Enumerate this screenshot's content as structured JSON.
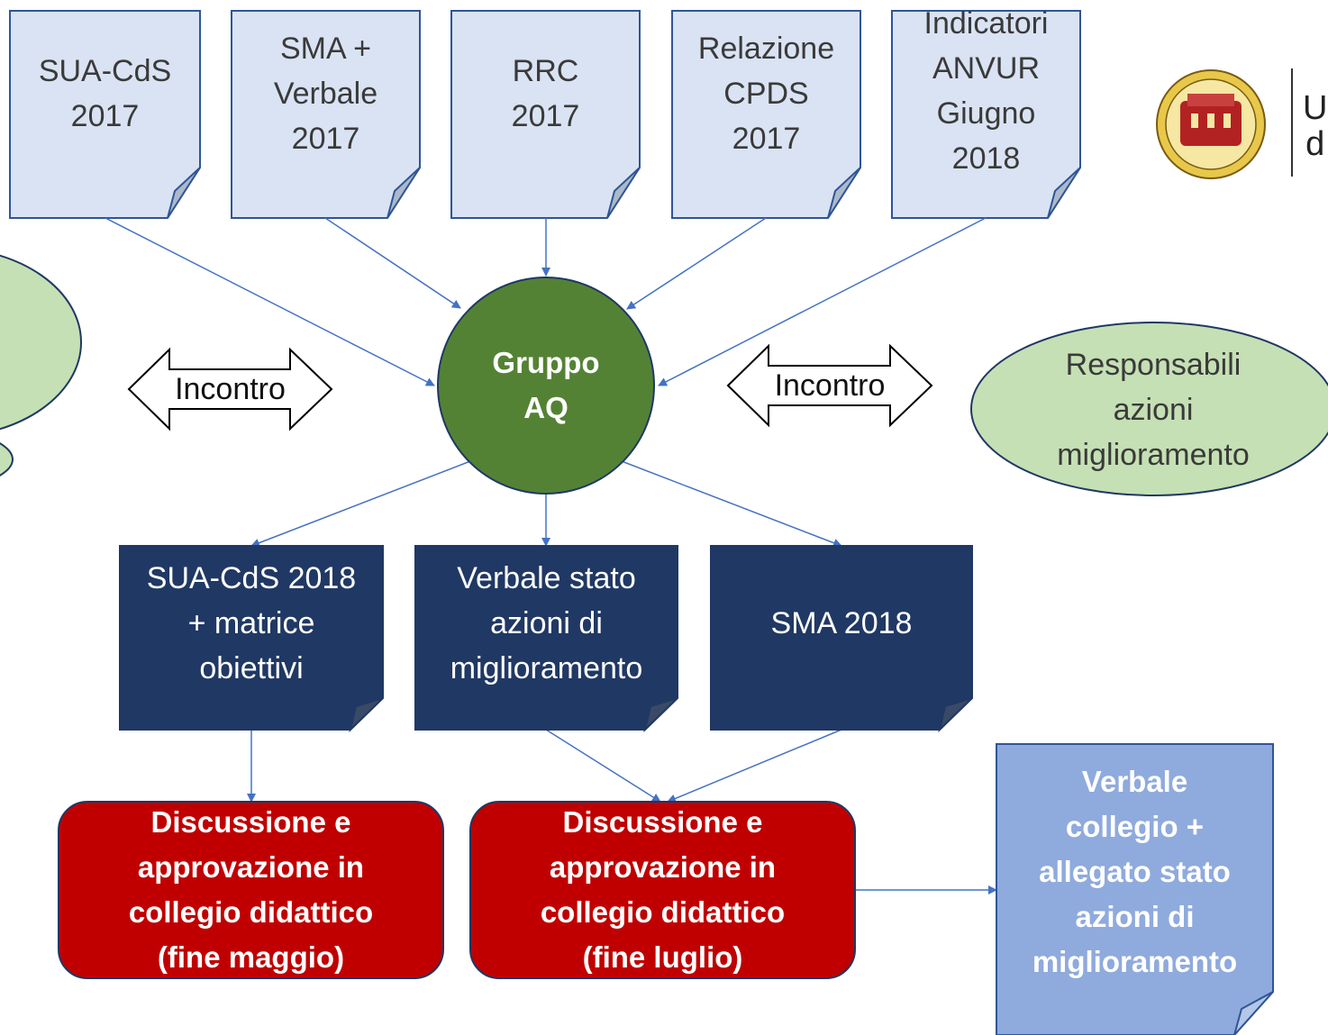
{
  "sources": [
    {
      "id": "sua2017",
      "label": "SUA-CdS\n2017"
    },
    {
      "id": "sma2017",
      "label": "SMA +\nVerbale\n2017"
    },
    {
      "id": "rrc2017",
      "label": "RRC\n2017"
    },
    {
      "id": "cpds2017",
      "label": "Relazione\nCPDS\n2017"
    },
    {
      "id": "anvur2018",
      "label": "Indicatori\nANVUR\nGiugno\n2018"
    }
  ],
  "center": {
    "label": "Gruppo\nAQ"
  },
  "meetings": {
    "left": "Incontro",
    "right": "Incontro"
  },
  "stakeholders": {
    "right": "Responsabili\nazioni\nmiglioramento"
  },
  "outputs": [
    {
      "id": "sua2018",
      "label": "SUA-CdS 2018\n+ matrice\nobiettivi"
    },
    {
      "id": "verbale_stato",
      "label": "Verbale stato\nazioni di\nmiglioramento"
    },
    {
      "id": "sma2018",
      "label": "SMA 2018"
    }
  ],
  "approvals": [
    {
      "id": "maggio",
      "label": "Discussione e\napprovazione in\ncollegio didattico\n(fine maggio)"
    },
    {
      "id": "luglio",
      "label": "Discussione e\napprovazione in\ncollegio didattico\n(fine luglio)"
    }
  ],
  "final": {
    "label": "Verbale\ncollegio +\nallegato stato\nazioni di\nmiglioramento"
  },
  "logo": {
    "text": "U\nd"
  },
  "colors": {
    "source_fill": "#dae3f3",
    "source_stroke": "#2f5597",
    "output_fill": "#203864",
    "final_fill": "#8faadc",
    "approval_fill": "#c00000",
    "center_fill": "#548235",
    "ellipse_fill": "#c5e0b4",
    "connector": "#4472c4"
  }
}
